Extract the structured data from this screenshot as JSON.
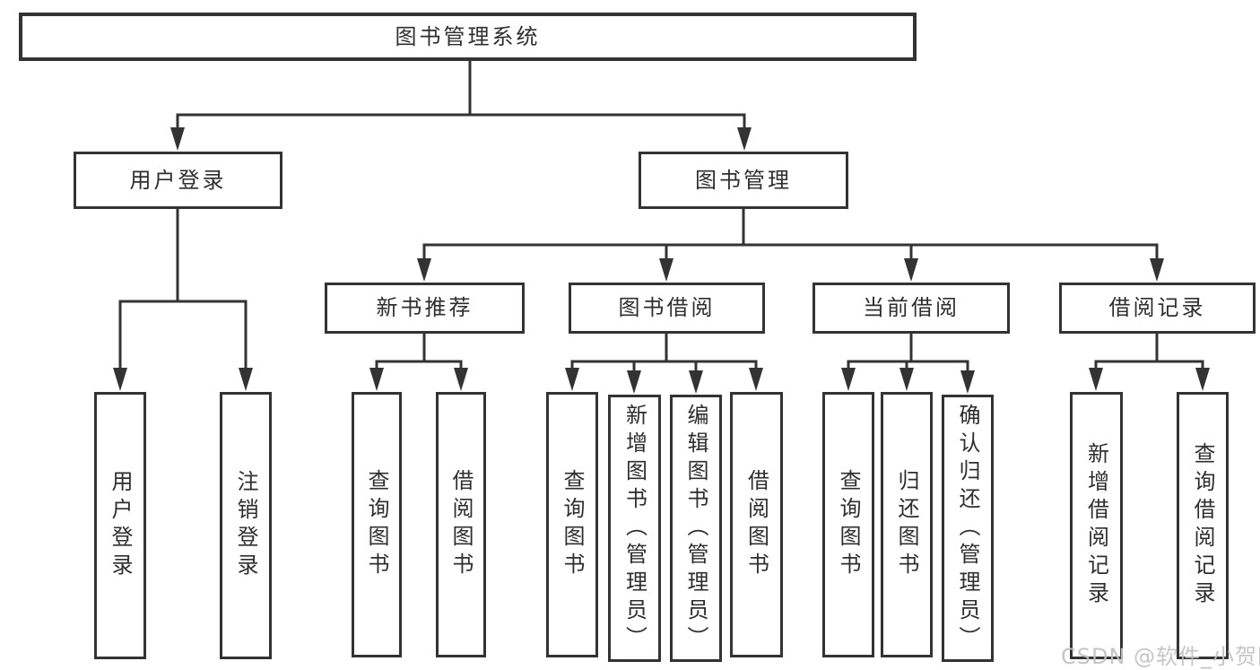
{
  "diagram": {
    "background": "#ffffff",
    "line_color": "#333333",
    "box_border_color": "#333333",
    "text_color": "#2e2e2e",
    "tree": {
      "label": "图书管理系统",
      "children": [
        {
          "label": "用户登录",
          "children": [
            {
              "label": "用户登录"
            },
            {
              "label": "注销登录"
            }
          ]
        },
        {
          "label": "图书管理",
          "children": [
            {
              "label": "新书推荐",
              "children": [
                {
                  "label": "查询图书"
                },
                {
                  "label": "借阅图书"
                }
              ]
            },
            {
              "label": "图书借阅",
              "children": [
                {
                  "label": "查询图书"
                },
                {
                  "label": "新增图书（管理员）"
                },
                {
                  "label": "编辑图书（管理员）"
                },
                {
                  "label": "借阅图书"
                }
              ]
            },
            {
              "label": "当前借阅",
              "children": [
                {
                  "label": "查询图书"
                },
                {
                  "label": "归还图书"
                },
                {
                  "label": "确认归还（管理员）"
                }
              ]
            },
            {
              "label": "借阅记录",
              "children": [
                {
                  "label": "新增借阅记录"
                },
                {
                  "label": "查询借阅记录"
                }
              ]
            }
          ]
        }
      ]
    },
    "watermark": {
      "text": "CSDN @软件_小贺同学",
      "color": "#c1c1c1"
    }
  }
}
